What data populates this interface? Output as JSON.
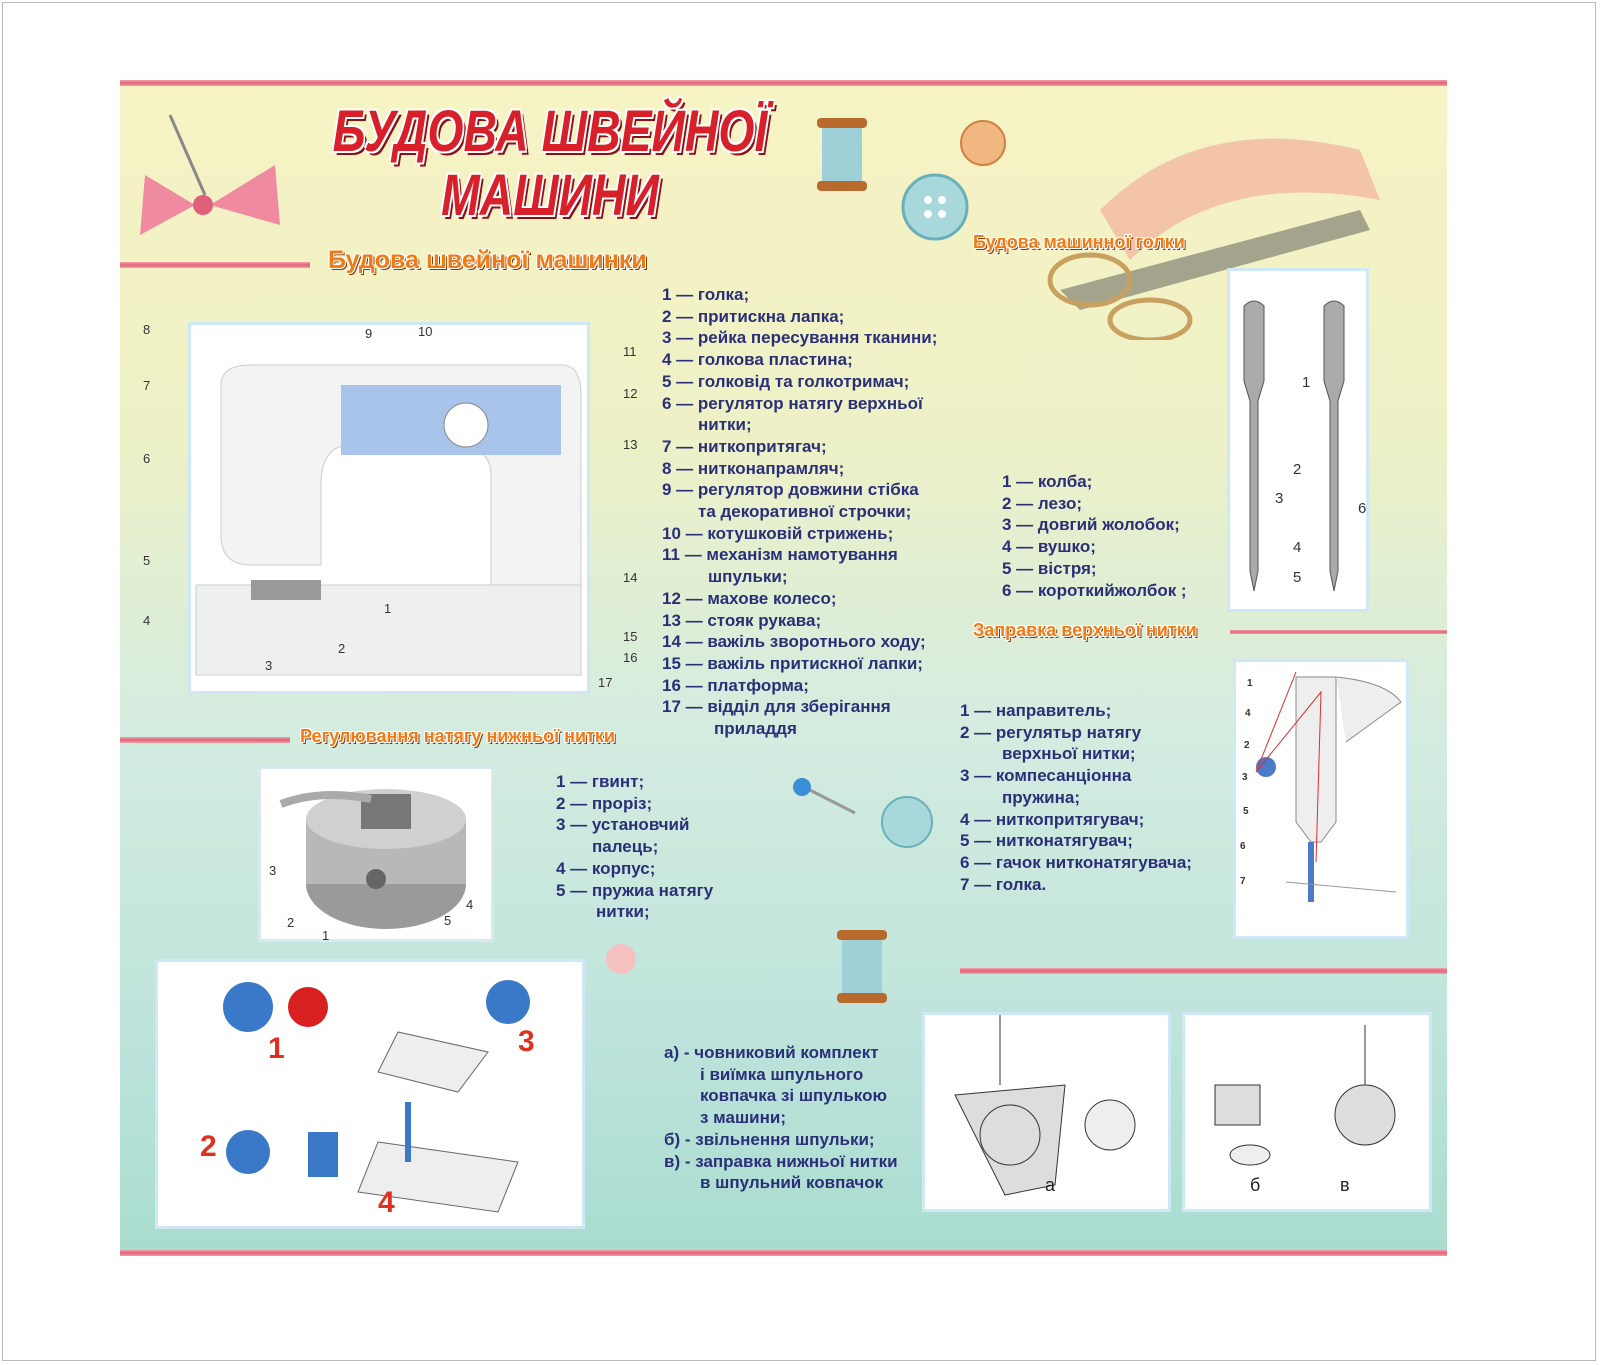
{
  "title": {
    "line1": "БУДОВА ШВЕЙНОЇ",
    "line2": "МАШИНИ"
  },
  "headings": {
    "machine": "Будова швейної машинки",
    "needle": "Будова машинної голки",
    "threading": "Заправка верхньої нитки",
    "bobbin": "Регулювання натягу нижньої нитки"
  },
  "machine_parts": [
    "1 — голка;",
    "2 — притискна лапка;",
    "3 — рейка пересування тканини;",
    "4 — голкова пластина;",
    "5 — голковід та голкотримач;",
    "6 — регулятор натягу верхньої",
    "нитки;",
    "7 — ниткопритягач;",
    "8 — нитконапрамляч;",
    "9 — регулятор довжини стібка",
    "та декоративної строчки;",
    "10 — котушковій стрижень;",
    "11 — механізм намотування",
    "шпульки;",
    "12 — махове колесо;",
    "13 — стояк рукава;",
    "14 — важіль зворотнього ходу;",
    "15 — важіль притискної лапки;",
    "16 — платформа;",
    "17 — відділ для зберігання",
    "приладдя"
  ],
  "needle_parts": [
    "1 — колба;",
    "2 — лезо;",
    "3 — довгий жолобок;",
    "4 — вушко;",
    "5 — вістря;",
    "6 — короткийжолбок ;"
  ],
  "threading_parts": [
    "1 — направитель;",
    "2 — регулятьр натягу",
    "верхньої нитки;",
    "3 — компесанціонна",
    "пружина;",
    "4 — ниткопритягувач;",
    "5 — нитконатягувач;",
    "6 — гачок нитконатягувача;",
    "7 — голка."
  ],
  "bobbin_parts": [
    "1 — гвинт;",
    "2 — проріз;",
    "3 — установчий",
    "палець;",
    "4 — корпус;",
    "5 — пружиа натягу",
    "нитки;"
  ],
  "shuttle_steps": [
    "а) - човниковий комплект",
    "і виїмка шпульного",
    "ковпачка зі шпулькою",
    "з машини;",
    "б) - звільнення шпульки;",
    "в) - заправка нижньої нитки",
    "в шпульний ковпачок"
  ],
  "machine_labels": [
    "1",
    "2",
    "3",
    "4",
    "5",
    "6",
    "7",
    "8",
    "9",
    "10",
    "11",
    "12",
    "13",
    "14",
    "15",
    "16",
    "17"
  ],
  "needle_labels": [
    "1",
    "2",
    "3",
    "4",
    "5",
    "6"
  ],
  "threading_labels": [
    "1",
    "2",
    "3",
    "4",
    "5",
    "6",
    "7"
  ],
  "bobbin_labels": [
    "1",
    "2",
    "3",
    "4",
    "5"
  ],
  "step_numbers": [
    "1",
    "2",
    "3",
    "4"
  ],
  "figure_letters": [
    "а",
    "б",
    "в"
  ]
}
